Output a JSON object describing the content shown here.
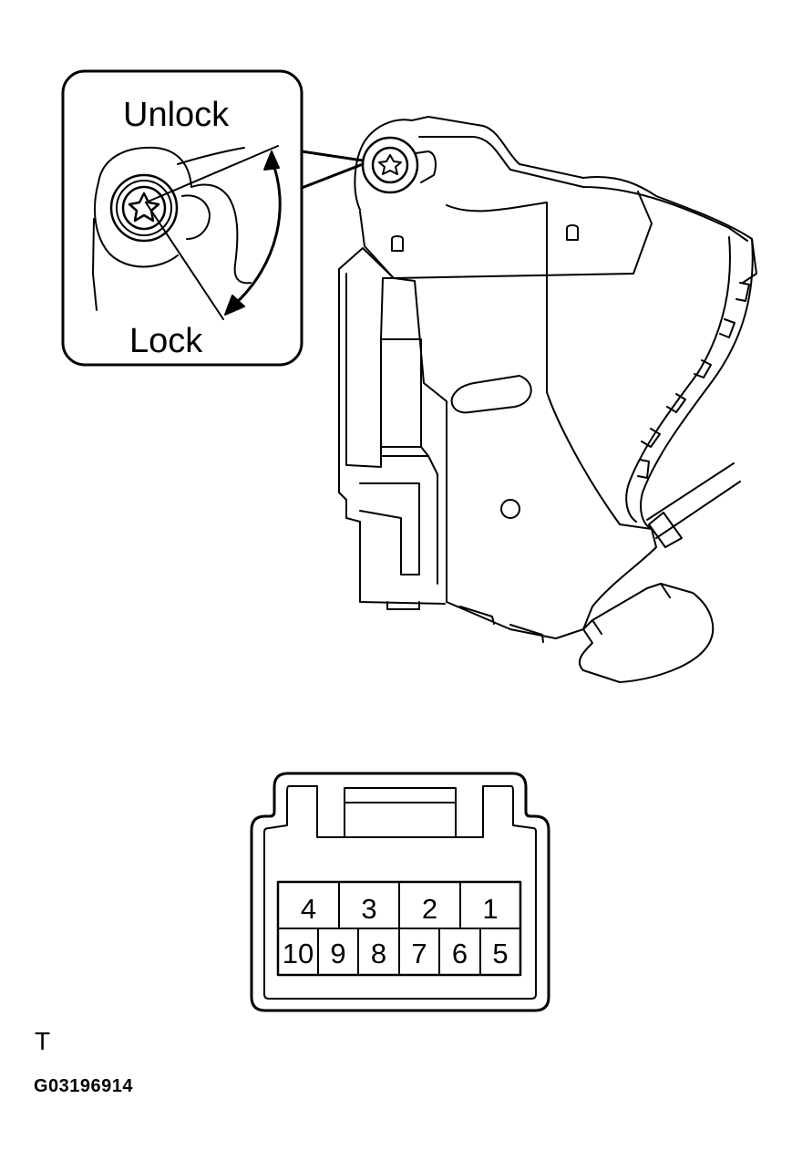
{
  "diagram": {
    "callout": {
      "unlock_label": "Unlock",
      "lock_label": "Lock"
    },
    "connector": {
      "top_row": [
        "4",
        "3",
        "2",
        "1"
      ],
      "bottom_row": [
        "10",
        "9",
        "8",
        "7",
        "6",
        "5"
      ]
    },
    "view_mark": "T",
    "figure_code": "G03196914"
  }
}
